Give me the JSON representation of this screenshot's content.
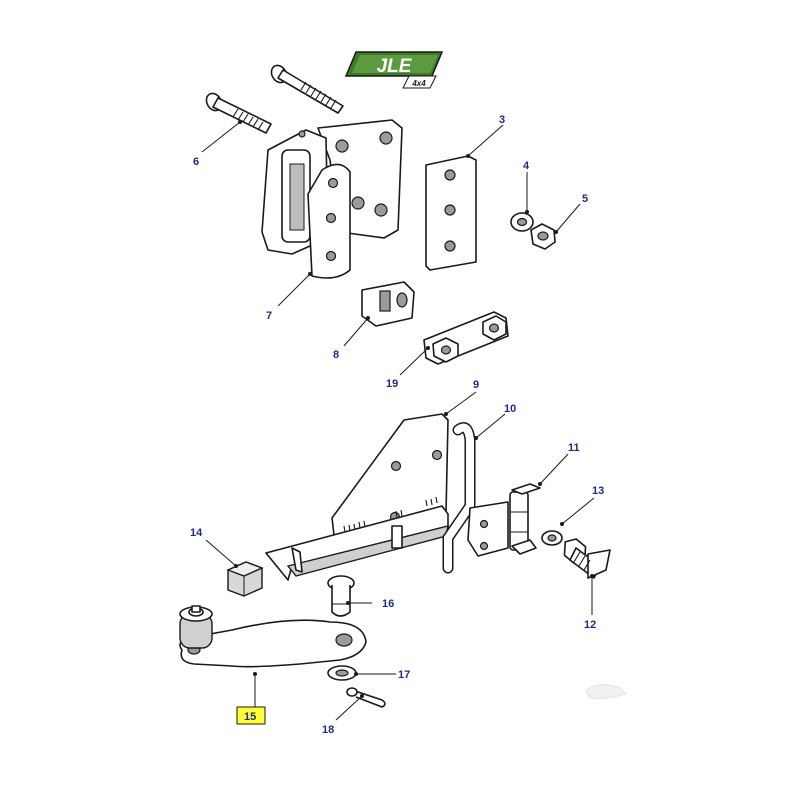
{
  "logo": {
    "brand": "JLE",
    "sub": "4x4"
  },
  "callouts": {
    "p3": "3",
    "p4": "4",
    "p5": "5",
    "p6": "6",
    "p7": "7",
    "p8": "8",
    "p9": "9",
    "p10": "10",
    "p11": "11",
    "p12": "12",
    "p13": "13",
    "p14": "14",
    "p15": "15",
    "p16": "16",
    "p17": "17",
    "p18": "18",
    "p19": "19"
  },
  "highlighted_part": "15",
  "colors": {
    "label": "#1f2a8a",
    "highlight": "#ffff33",
    "logo_green": "#3d7a2a"
  }
}
